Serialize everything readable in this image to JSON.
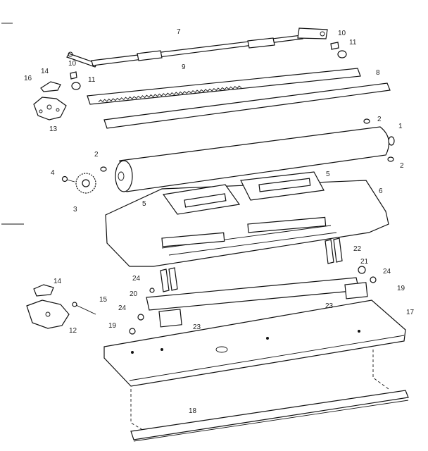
{
  "callouts": [
    {
      "id": "c7a",
      "text": "7"
    },
    {
      "id": "c10a",
      "text": "10"
    },
    {
      "id": "c11a",
      "text": "11"
    },
    {
      "id": "c9",
      "text": "9"
    },
    {
      "id": "c10b",
      "text": "10"
    },
    {
      "id": "c11b",
      "text": "11"
    },
    {
      "id": "c8",
      "text": "8"
    },
    {
      "id": "c16",
      "text": "16"
    },
    {
      "id": "c14a",
      "text": "14"
    },
    {
      "id": "c13",
      "text": "13"
    },
    {
      "id": "c2a",
      "text": "2"
    },
    {
      "id": "c1",
      "text": "1"
    },
    {
      "id": "c2b",
      "text": "2"
    },
    {
      "id": "c2c",
      "text": "2"
    },
    {
      "id": "c4",
      "text": "4"
    },
    {
      "id": "c3",
      "text": "3"
    },
    {
      "id": "c5a",
      "text": "5"
    },
    {
      "id": "c5b",
      "text": "5"
    },
    {
      "id": "c6",
      "text": "6"
    },
    {
      "id": "c22",
      "text": "22"
    },
    {
      "id": "c21",
      "text": "21"
    },
    {
      "id": "c24a",
      "text": "24"
    },
    {
      "id": "c24b",
      "text": "24"
    },
    {
      "id": "c20",
      "text": "20"
    },
    {
      "id": "c19a",
      "text": "19"
    },
    {
      "id": "c14b",
      "text": "14"
    },
    {
      "id": "c15",
      "text": "15"
    },
    {
      "id": "c24c",
      "text": "24"
    },
    {
      "id": "c23a",
      "text": "23"
    },
    {
      "id": "c17",
      "text": "17"
    },
    {
      "id": "c12",
      "text": "12"
    },
    {
      "id": "c19b",
      "text": "19"
    },
    {
      "id": "c23b",
      "text": "23"
    },
    {
      "id": "c18",
      "text": "18"
    }
  ]
}
